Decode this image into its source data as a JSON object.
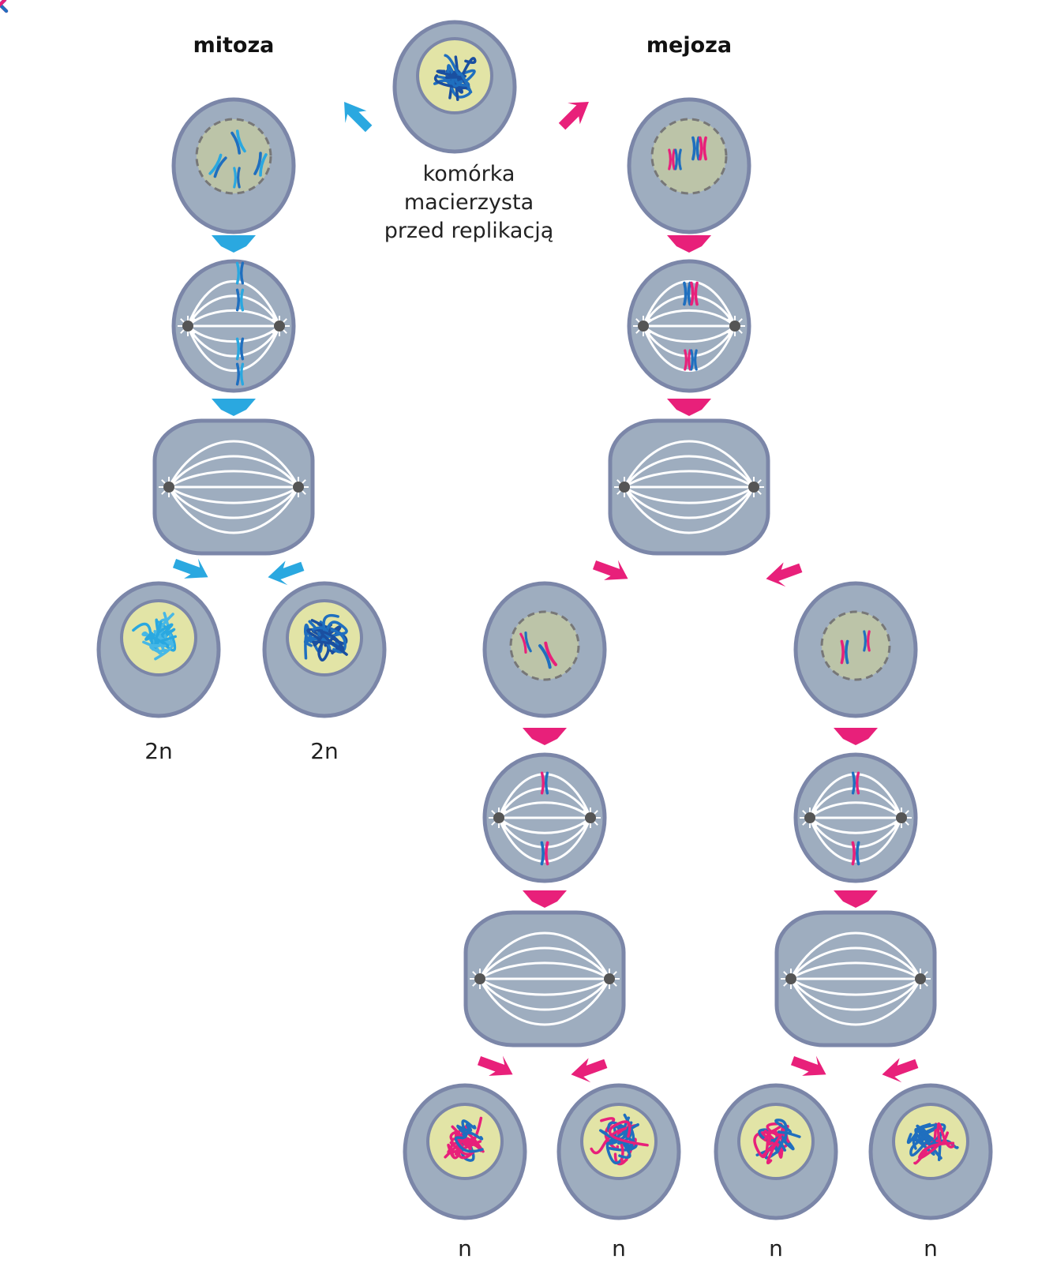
{
  "headers": {
    "mitosis": "mitoza",
    "meiosis": "mejoza"
  },
  "caption": {
    "line1": "komórka",
    "line2": "macierzysta",
    "line3": "przed replikacją"
  },
  "ploidy": {
    "mitosis_left": "2n",
    "mitosis_right": "2n",
    "meiosis_1": "n",
    "meiosis_2": "n",
    "meiosis_3": "n",
    "meiosis_4": "n"
  },
  "colors": {
    "cell_fill": "#9eadbf",
    "cell_stroke": "#7b86a8",
    "nucleus_fill": "#e2e4a6",
    "nucleus_grey": "#bcc4a8",
    "spindle": "#ffffff",
    "centrosome": "#555555",
    "chromosome_blue": "#1f6fbf",
    "chromosome_light": "#2aa8e0",
    "chromosome_pink": "#e8207a",
    "arrow_mitosis": "#2aa8e0",
    "arrow_meiosis": "#e8207a"
  }
}
